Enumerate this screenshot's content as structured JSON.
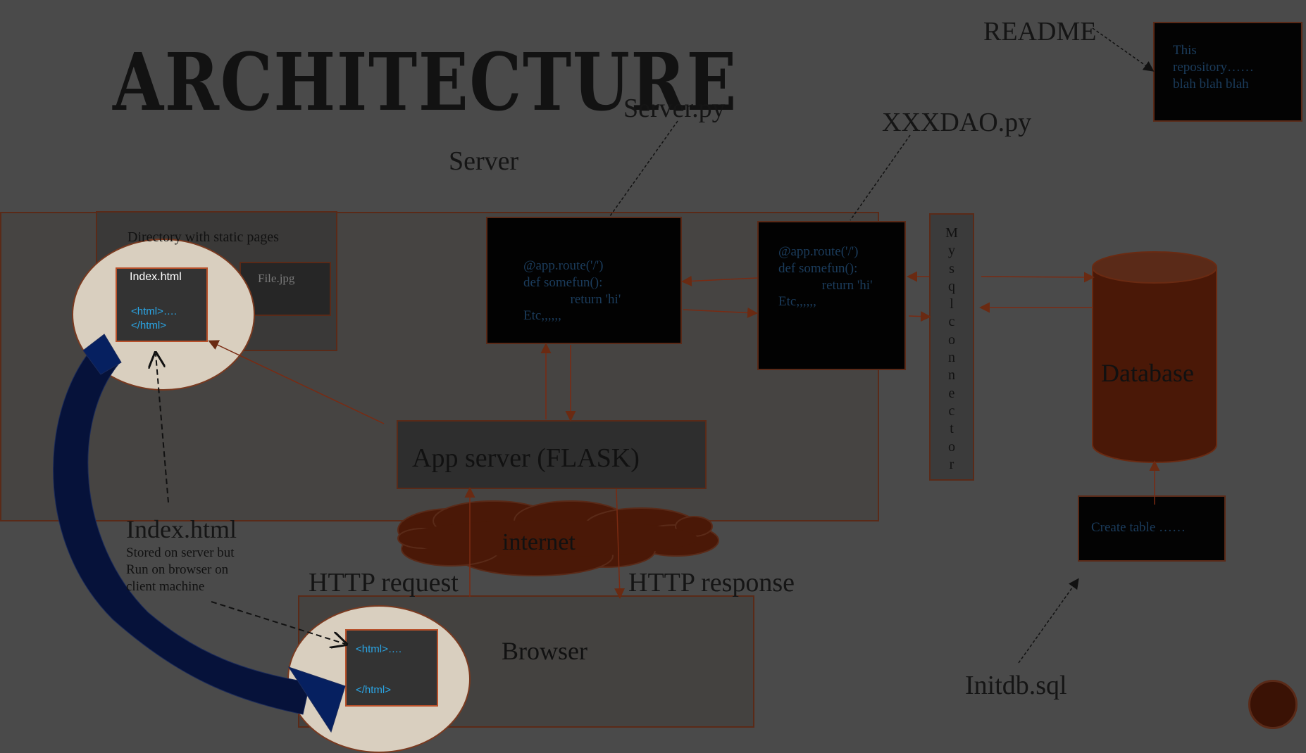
{
  "title": "ARCHITECTURE",
  "labels": {
    "readme": "README",
    "server_py": "Server.py",
    "xxxdao_py": "XXXDAO.py",
    "server": "Server",
    "http_request": "HTTP request",
    "http_response": "HTTP response",
    "initdb": "Initdb.sql",
    "index_html_caption": "Index.html",
    "index_html_desc": "Stored on server but\nRun on browser on\nclient machine"
  },
  "static_dir": {
    "label": "Directory with static pages",
    "index_file": "Index.html",
    "index_code": "<html>….\n</html>",
    "image_file": "File.jpg"
  },
  "code_server": "@app.route('/')\ndef somefun():\n              return 'hi'\nEtc,,,,,,",
  "code_dao": "@app.route('/')\ndef somefun():\n             return 'hi'\nEtc,,,,,,",
  "connector": "Mysqlconnector",
  "app_server": "App server (FLASK)",
  "internet": "internet",
  "browser": {
    "label": "Browser",
    "code_open": "<html>….",
    "code_close": "</html>"
  },
  "readme_text": "This\nrepository……\nblah blah blah",
  "create_table": "Create table ……",
  "database": "Database",
  "colors": {
    "background": "#4a4a4a",
    "database": "#4a1807",
    "cloud": "#4a1807",
    "highlight_circle": "#d9cfbf",
    "arrow_blue": "#062060",
    "code_text": "#1b3c5c",
    "html_text": "#2aa6e6"
  }
}
